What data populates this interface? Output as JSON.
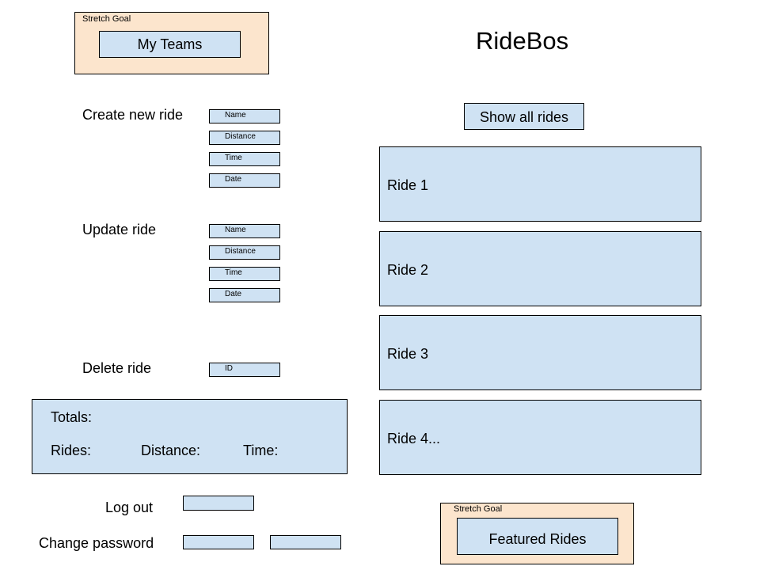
{
  "app": {
    "title": "RideBos"
  },
  "stretch_top": {
    "label": "Stretch Goal",
    "button": "My Teams"
  },
  "create": {
    "label": "Create new ride",
    "fields": [
      "Name",
      "Distance",
      "Time",
      "Date"
    ]
  },
  "update": {
    "label": "Update ride",
    "fields": [
      "Name",
      "Distance",
      "Time",
      "Date"
    ]
  },
  "delete": {
    "label": "Delete ride",
    "field": "ID"
  },
  "totals": {
    "title": "Totals:",
    "rides": "Rides:",
    "distance": "Distance:",
    "time": "Time:"
  },
  "account": {
    "logout": "Log out",
    "change_password": "Change password"
  },
  "rides": {
    "show_all": "Show all rides",
    "items": [
      "Ride 1",
      "Ride 2",
      "Ride 3",
      "Ride 4..."
    ]
  },
  "stretch_bottom": {
    "label": "Stretch Goal",
    "button": "Featured Rides"
  },
  "colors": {
    "field_fill": "#cfe2f3",
    "stretch_fill": "#fce5cd",
    "border": "#000000"
  }
}
